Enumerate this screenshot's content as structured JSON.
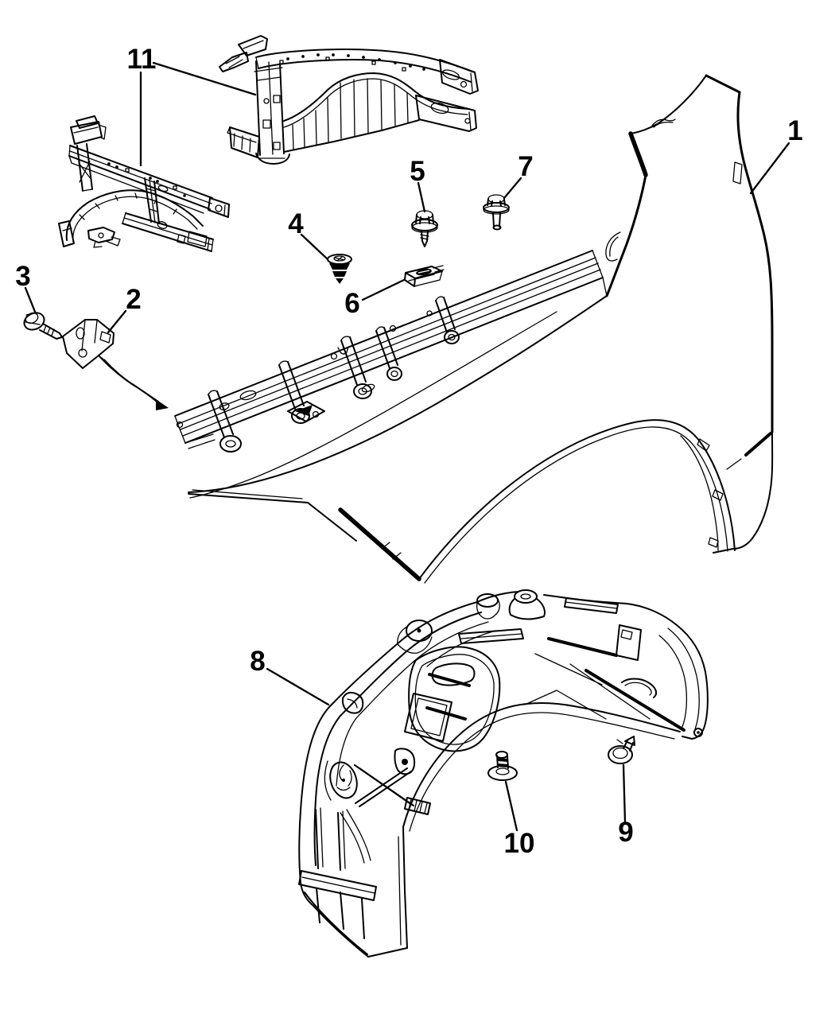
{
  "diagram": {
    "background": "#ffffff",
    "line_color": "#000000",
    "callouts": [
      {
        "label": "1"
      },
      {
        "label": "2"
      },
      {
        "label": "3"
      },
      {
        "label": "4"
      },
      {
        "label": "5"
      },
      {
        "label": "6"
      },
      {
        "label": "7"
      },
      {
        "label": "8"
      },
      {
        "label": "9"
      },
      {
        "label": "10"
      },
      {
        "label": "11"
      }
    ]
  }
}
